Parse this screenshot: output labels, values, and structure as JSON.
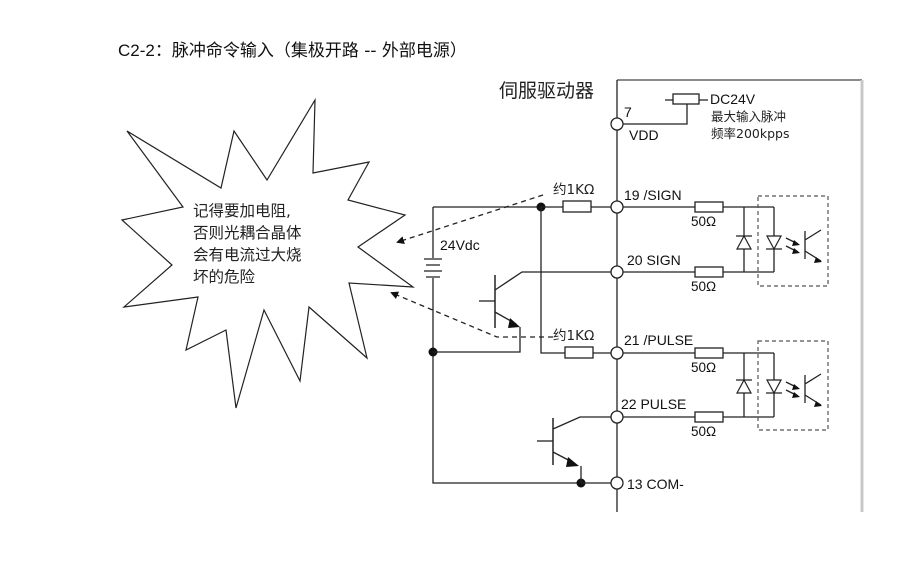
{
  "title": {
    "code": "C2-2",
    "separator": "：",
    "text": "脉冲命令输入（集极开路 -- 外部电源）"
  },
  "drive": {
    "label": "伺服驱动器",
    "border_color": "#c8c8c8"
  },
  "vdd": {
    "pin": "7",
    "name": "VDD",
    "supply": "DC24V",
    "note_line1": "最大输入脉冲",
    "note_line2": "频率200kpps"
  },
  "external": {
    "supply_label": "24Vdc",
    "resistor_top": "约1KΩ",
    "resistor_bottom": "约1KΩ"
  },
  "warning": {
    "lines": [
      "记得要加电阻,",
      "否则光耦合晶体",
      "会有电流过大烧",
      "坏的危险"
    ]
  },
  "pins": [
    {
      "label": "19 /SIGN",
      "resistor": "50Ω"
    },
    {
      "label": "20 SIGN",
      "resistor": "50Ω"
    },
    {
      "label": "21 /PULSE",
      "resistor": "50Ω"
    },
    {
      "label": "22 PULSE",
      "resistor": "50Ω"
    },
    {
      "label": "13 COM-"
    }
  ]
}
